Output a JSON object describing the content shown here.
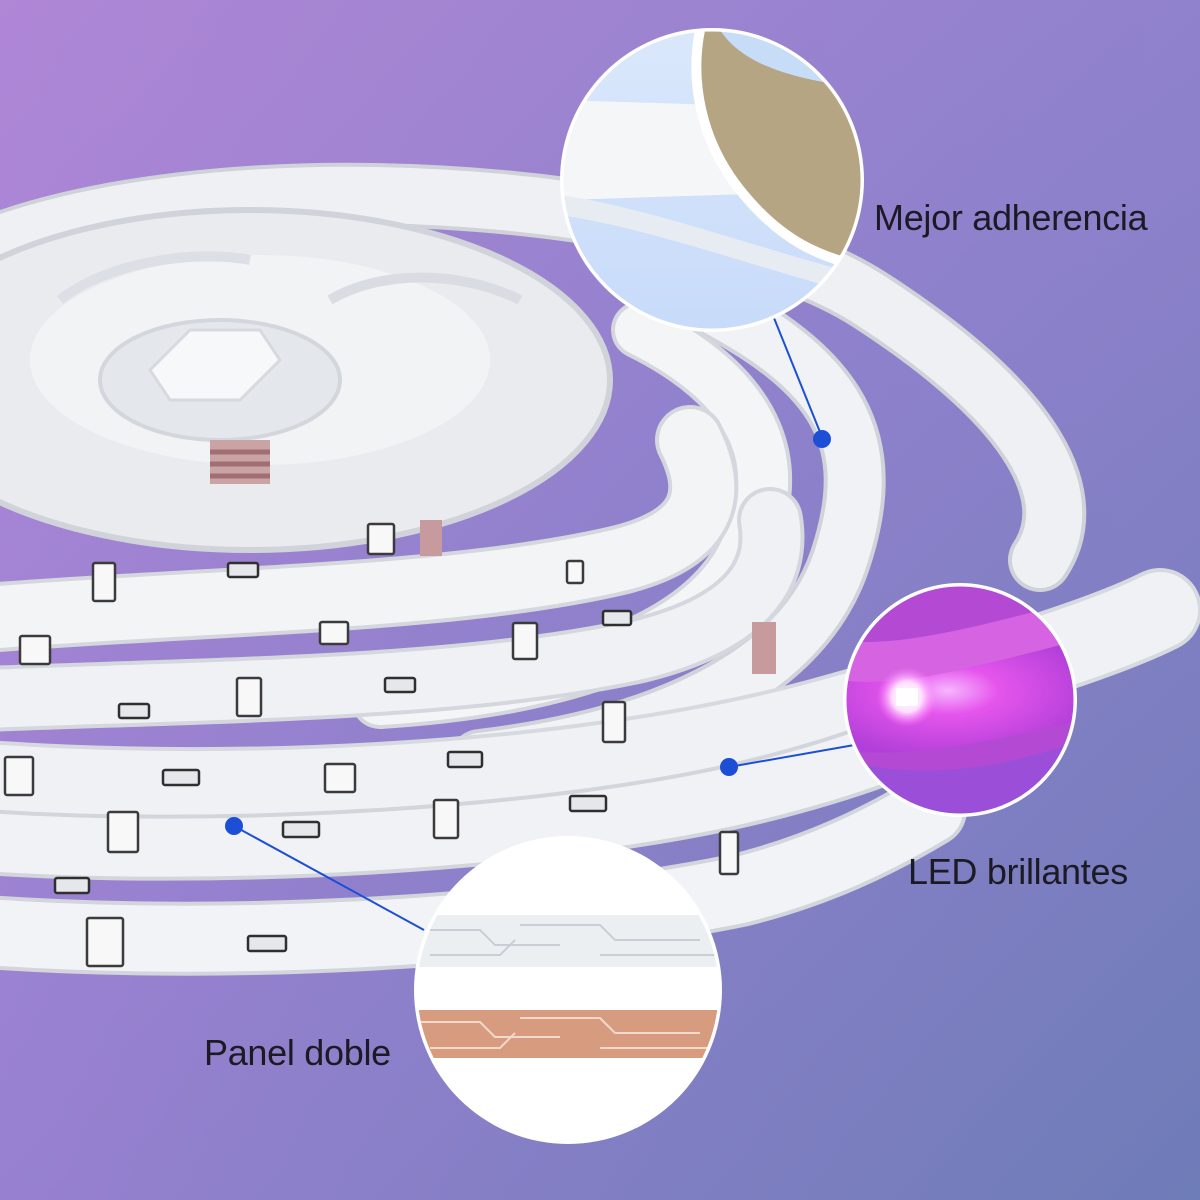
{
  "features": {
    "adhesion": {
      "label": "Mejor adherencia"
    },
    "led": {
      "label": "LED brillantes"
    },
    "panel": {
      "label": "Panel doble"
    }
  },
  "colors": {
    "background_left": "#a47fd6",
    "background_right": "#6f7bb8",
    "strip": "#eef0f3",
    "pointer": "#1d4fd6",
    "led_glow": "#e34be8",
    "copper": "#d79c7f",
    "adhesive_backing": "#b5a582",
    "liner": "#cfe1fa"
  },
  "icons": [
    "adhesive-tape-closeup",
    "glowing-led-closeup",
    "double-pcb-closeup",
    "led-chip",
    "resistor"
  ]
}
